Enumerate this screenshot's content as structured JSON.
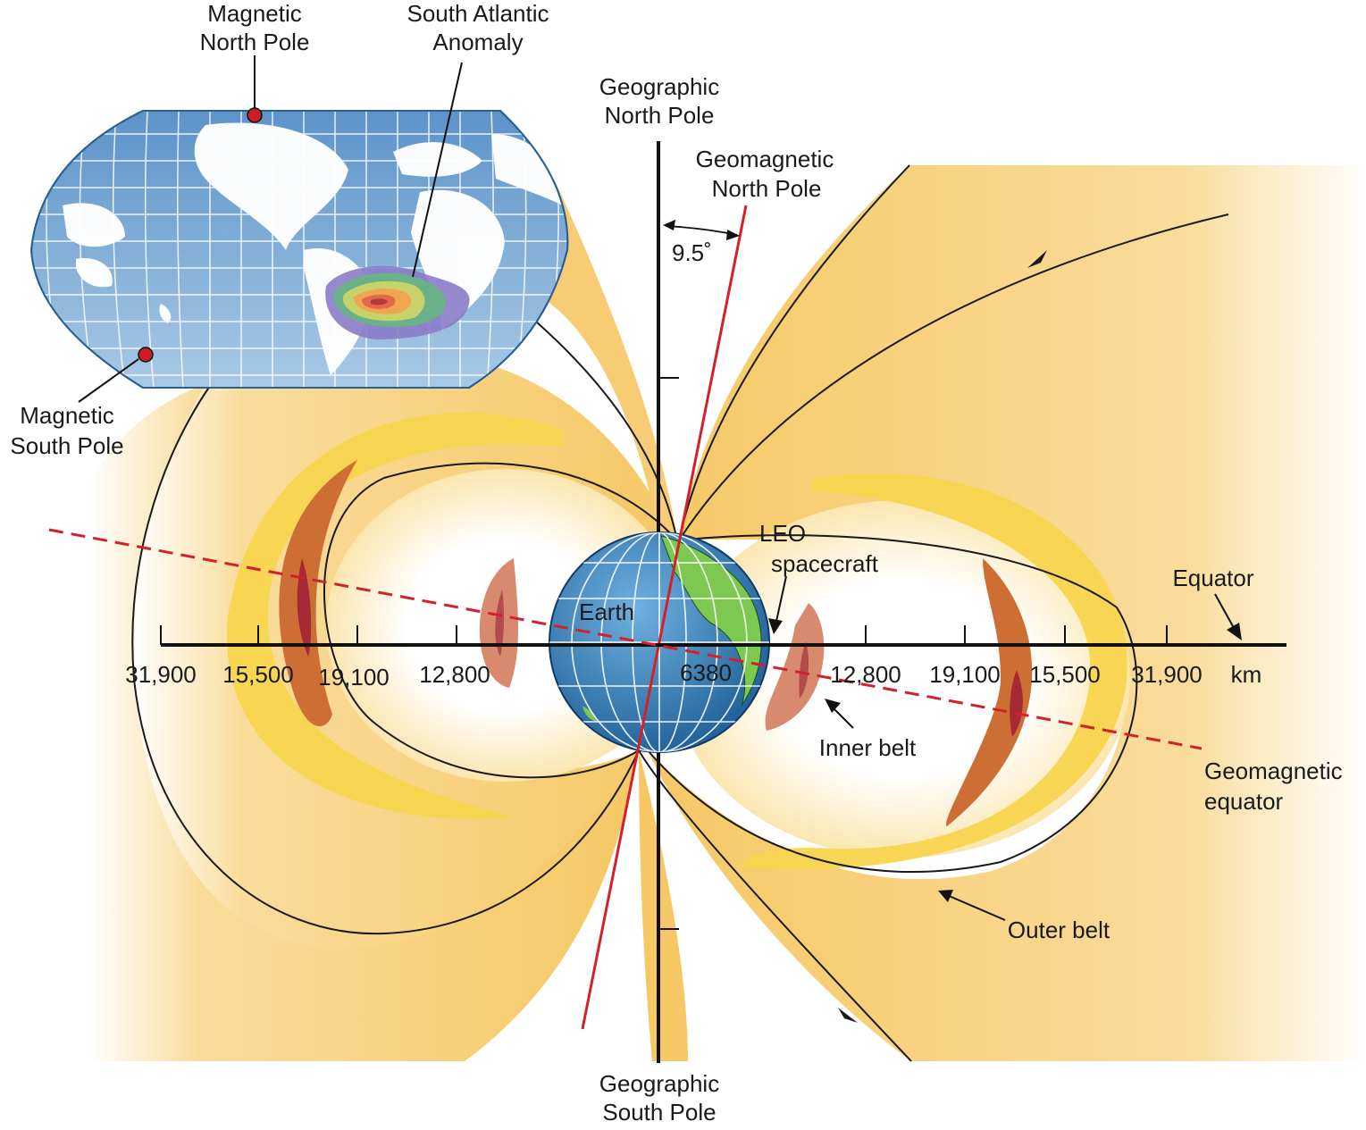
{
  "labels": {
    "magnetic_north_pole": [
      "Magnetic",
      "North Pole"
    ],
    "south_atlantic_anomaly": [
      "South Atlantic",
      "Anomaly"
    ],
    "geographic_north_pole": [
      "Geographic",
      "North Pole"
    ],
    "geomagnetic_north_pole": [
      "Geomagnetic",
      "North Pole"
    ],
    "tilt_angle": "9.5˚",
    "magnetic_south_pole": [
      "Magnetic",
      "South Pole"
    ],
    "leo_spacecraft": [
      "LEO",
      "spacecraft"
    ],
    "earth": "Earth",
    "equator": "Equator",
    "inner_belt": "Inner belt",
    "outer_belt": "Outer belt",
    "geomagnetic_equator": [
      "Geomagnetic",
      "equator"
    ],
    "geographic_south_pole": [
      "Geographic",
      "South Pole"
    ]
  },
  "axis": {
    "unit": "km",
    "left_ticks": [
      "31,900",
      "15,500",
      "19,100",
      "12,800"
    ],
    "center_tick": "6380",
    "right_ticks": [
      "12,800",
      "19,100",
      "15,500",
      "31,900"
    ]
  },
  "colors": {
    "field_fill": "#f6cf7a",
    "outer_belt": "#f7d44a",
    "belt_core": "#c9703a",
    "belt_center": "#a8303a",
    "inner_belt": "#d98a6e",
    "geomagnetic_axis": "#d4202a",
    "ocean": "#4a86c0",
    "land": "#7cc850"
  },
  "icons": {
    "earth": "globe-icon",
    "map": "world-map-icon"
  }
}
